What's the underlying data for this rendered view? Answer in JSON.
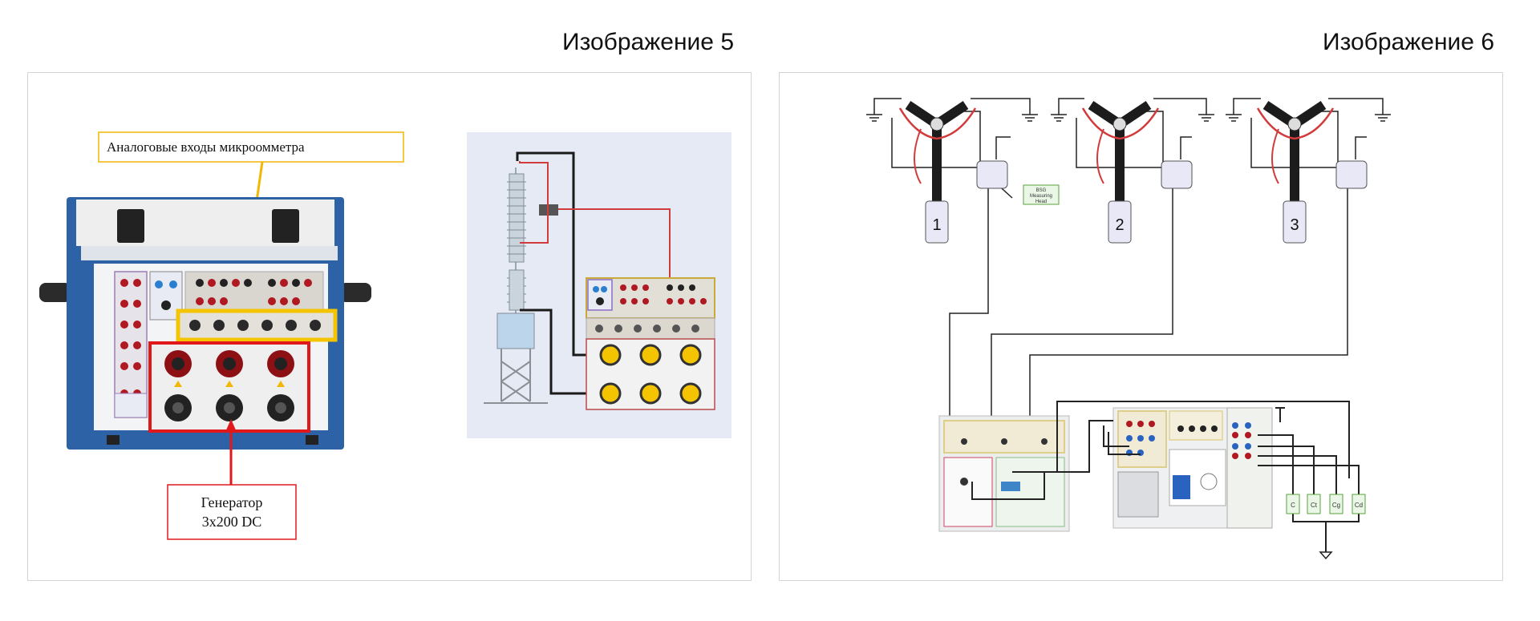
{
  "captions": {
    "left": "Изображение 5",
    "right": "Изображение 6"
  },
  "left_panel": {
    "callout_inputs": "Аналоговые входы микроомметра",
    "callout_generator_line1": "Генератор",
    "callout_generator_line2": "3x200 DC"
  },
  "right_panel": {
    "bushing_labels": [
      "1",
      "2",
      "3"
    ],
    "measuring_head_line1": "BSG",
    "measuring_head_line2": "Measuring",
    "measuring_head_line3": "Head",
    "capacitor_labels": [
      "C",
      "Ct",
      "Cg",
      "Cd"
    ]
  },
  "colors": {
    "callout_yellow": "#f2b705",
    "callout_red": "#e0181c",
    "device_blue": "#2d62a6",
    "wire_red": "#d23b3b",
    "wire_black": "#1a1a1a",
    "plug_yellow": "#f5c400",
    "scene_bg": "#e6eaf5"
  }
}
